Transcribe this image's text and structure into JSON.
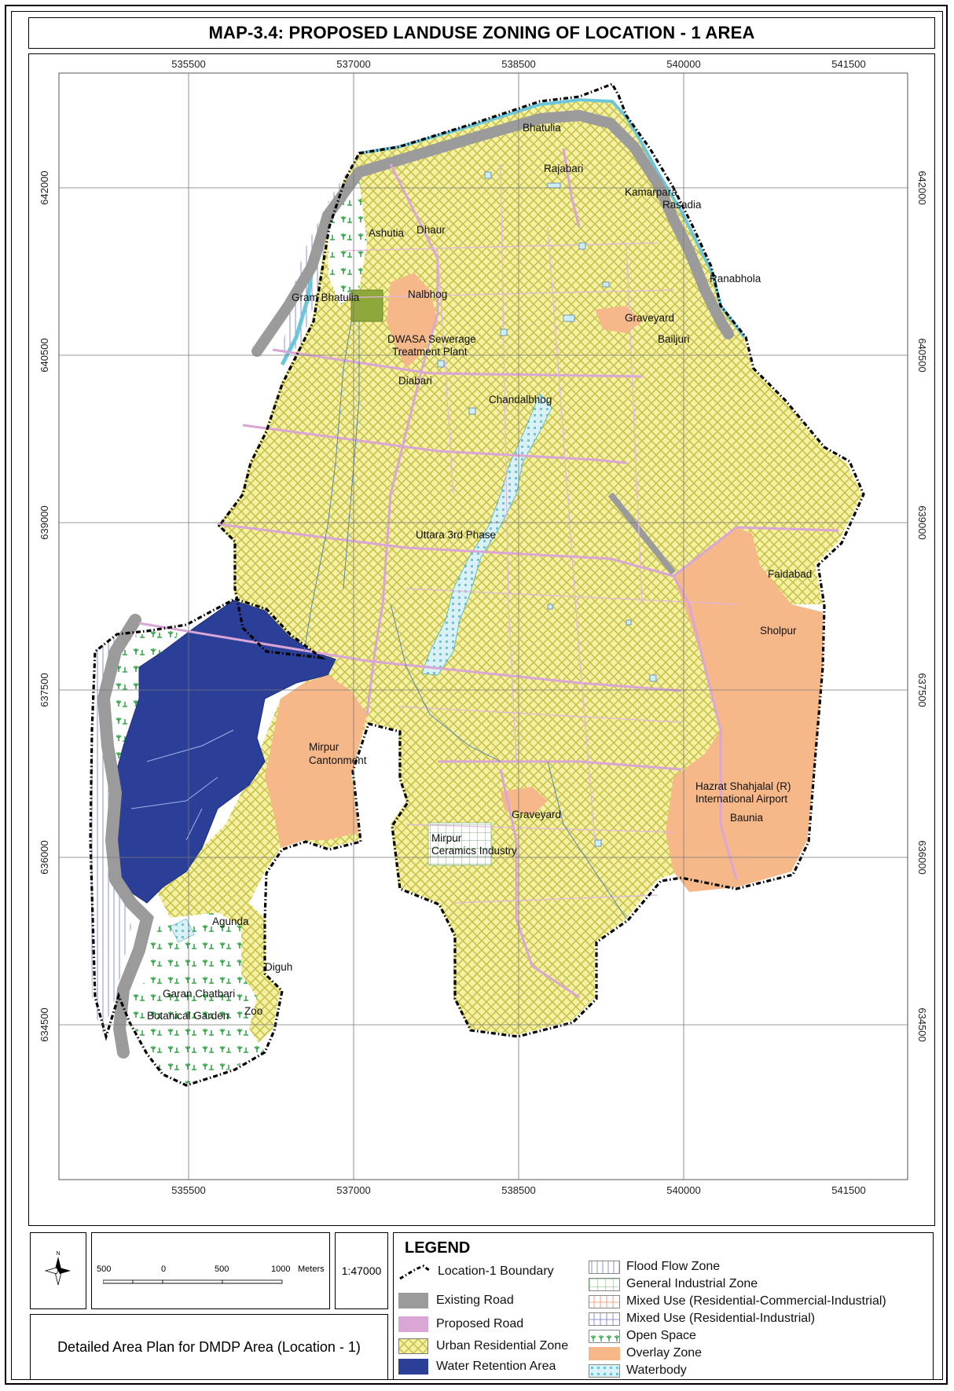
{
  "map": {
    "title": "MAP-3.4: PROPOSED LANDUSE ZONING OF LOCATION - 1 AREA",
    "x_ticks": [
      "535500",
      "537000",
      "538500",
      "540000",
      "541500"
    ],
    "y_ticks": [
      "642000",
      "640500",
      "639000",
      "637500",
      "636000",
      "634500"
    ],
    "places": [
      {
        "name": "Bhatulia"
      },
      {
        "name": "Rajabari"
      },
      {
        "name": "Kamarpara"
      },
      {
        "name": "Rasadia"
      },
      {
        "name": "Ashutia"
      },
      {
        "name": "Dhaur"
      },
      {
        "name": "Ranabhola"
      },
      {
        "name": "Gram Bhatulia"
      },
      {
        "name": "Nalbhog"
      },
      {
        "name": "Graveyard"
      },
      {
        "name": "Bailjuri"
      },
      {
        "name": "DWASA Sewerage"
      },
      {
        "name": "Treatment Plant"
      },
      {
        "name": "Diabari"
      },
      {
        "name": "Chandalbhog"
      },
      {
        "name": "Uttara 3rd Phase"
      },
      {
        "name": "Faidabad"
      },
      {
        "name": "Sholpur"
      },
      {
        "name": "Mirpur"
      },
      {
        "name": "Cantonment"
      },
      {
        "name": "Hazrat Shahjalal (R)"
      },
      {
        "name": "International Airport"
      },
      {
        "name": "Baunia"
      },
      {
        "name": "Graveyard"
      },
      {
        "name": "Mirpur"
      },
      {
        "name": "Ceramics Industry"
      },
      {
        "name": "Agunda"
      },
      {
        "name": "Diguh"
      },
      {
        "name": "Garan Chatbari"
      },
      {
        "name": "Botanical Garden"
      },
      {
        "name": "Zoo"
      }
    ]
  },
  "scale": {
    "labels": [
      "500",
      "0",
      "500",
      "1000",
      "Meters"
    ],
    "ratio": "1:47000"
  },
  "footer": {
    "plan_title": "Detailed Area Plan for DMDP Area (Location - 1)"
  },
  "legend": {
    "title": "LEGEND",
    "left_items": [
      {
        "label": "Location-1 Boundary",
        "symbol": "boundary"
      },
      {
        "label": "Existing Road",
        "symbol": "existing-road",
        "color": "#9b9b9b"
      },
      {
        "label": "Proposed Road",
        "symbol": "proposed-road",
        "color": "#d9a6d6"
      },
      {
        "label": "Urban Residential Zone",
        "symbol": "urban-residential",
        "color": "#f1ee9a"
      },
      {
        "label": "Water Retention Area",
        "symbol": "water-retention",
        "color": "#2b3f98"
      }
    ],
    "right_items": [
      {
        "label": "Flood Flow Zone",
        "symbol": "flood-flow",
        "color": "#7a86c8"
      },
      {
        "label": "General Industrial Zone",
        "symbol": "general-industrial",
        "color": "#5aa05a"
      },
      {
        "label": "Mixed Use (Residential-Commercial-Industrial)",
        "symbol": "mixed-rci",
        "color": "#f08a6a"
      },
      {
        "label": "Mixed Use (Residential-Industrial)",
        "symbol": "mixed-ri",
        "color": "#6b78c0"
      },
      {
        "label": "Open Space",
        "symbol": "open-space",
        "color": "#3aa84a"
      },
      {
        "label": "Overlay Zone",
        "symbol": "overlay",
        "color": "#f6b889"
      },
      {
        "label": "Waterbody",
        "symbol": "waterbody",
        "color": "#7fd0e0"
      }
    ]
  }
}
